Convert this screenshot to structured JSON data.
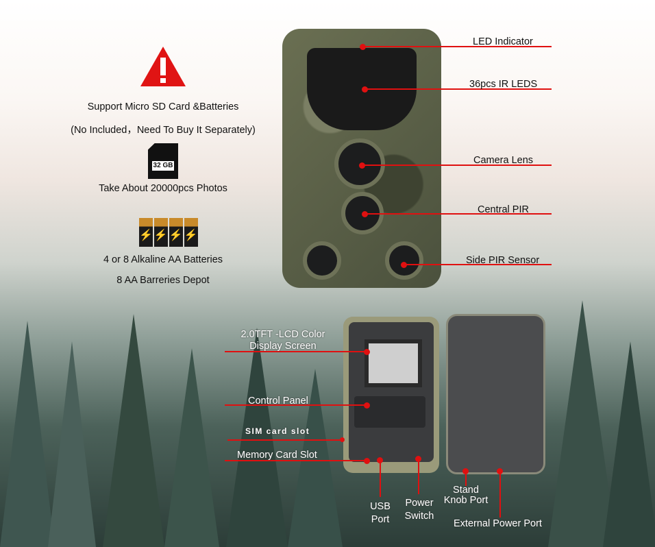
{
  "left_info": {
    "warning_icon": "warning-triangle-icon",
    "sd_line1": "Support Micro SD Card &Batteries",
    "sd_line2": "(No Included，Need To Buy It Separately)",
    "sd_card_label": "32 GB",
    "photos": "Take About 20000pcs Photos",
    "batteries_line1": "4 or 8 Alkaline AA Batteries",
    "batteries_line2": "8 AA Barreries Depot"
  },
  "front_labels": [
    "LED Indicator",
    "36pcs IR LEDS",
    "Camera Lens",
    "Central PIR",
    "Side PIR Sensor"
  ],
  "inner_labels": {
    "screen": "2.0TFT -LCD Color Display Screen",
    "control": "Control Panel",
    "sim": "SIM card slot",
    "memory": "Memory Card Slot",
    "usb": "USB Port",
    "power": "Power Switch",
    "stand": "Stand Knob Port",
    "external": "External Power Port"
  },
  "accent_color": "#e01010"
}
